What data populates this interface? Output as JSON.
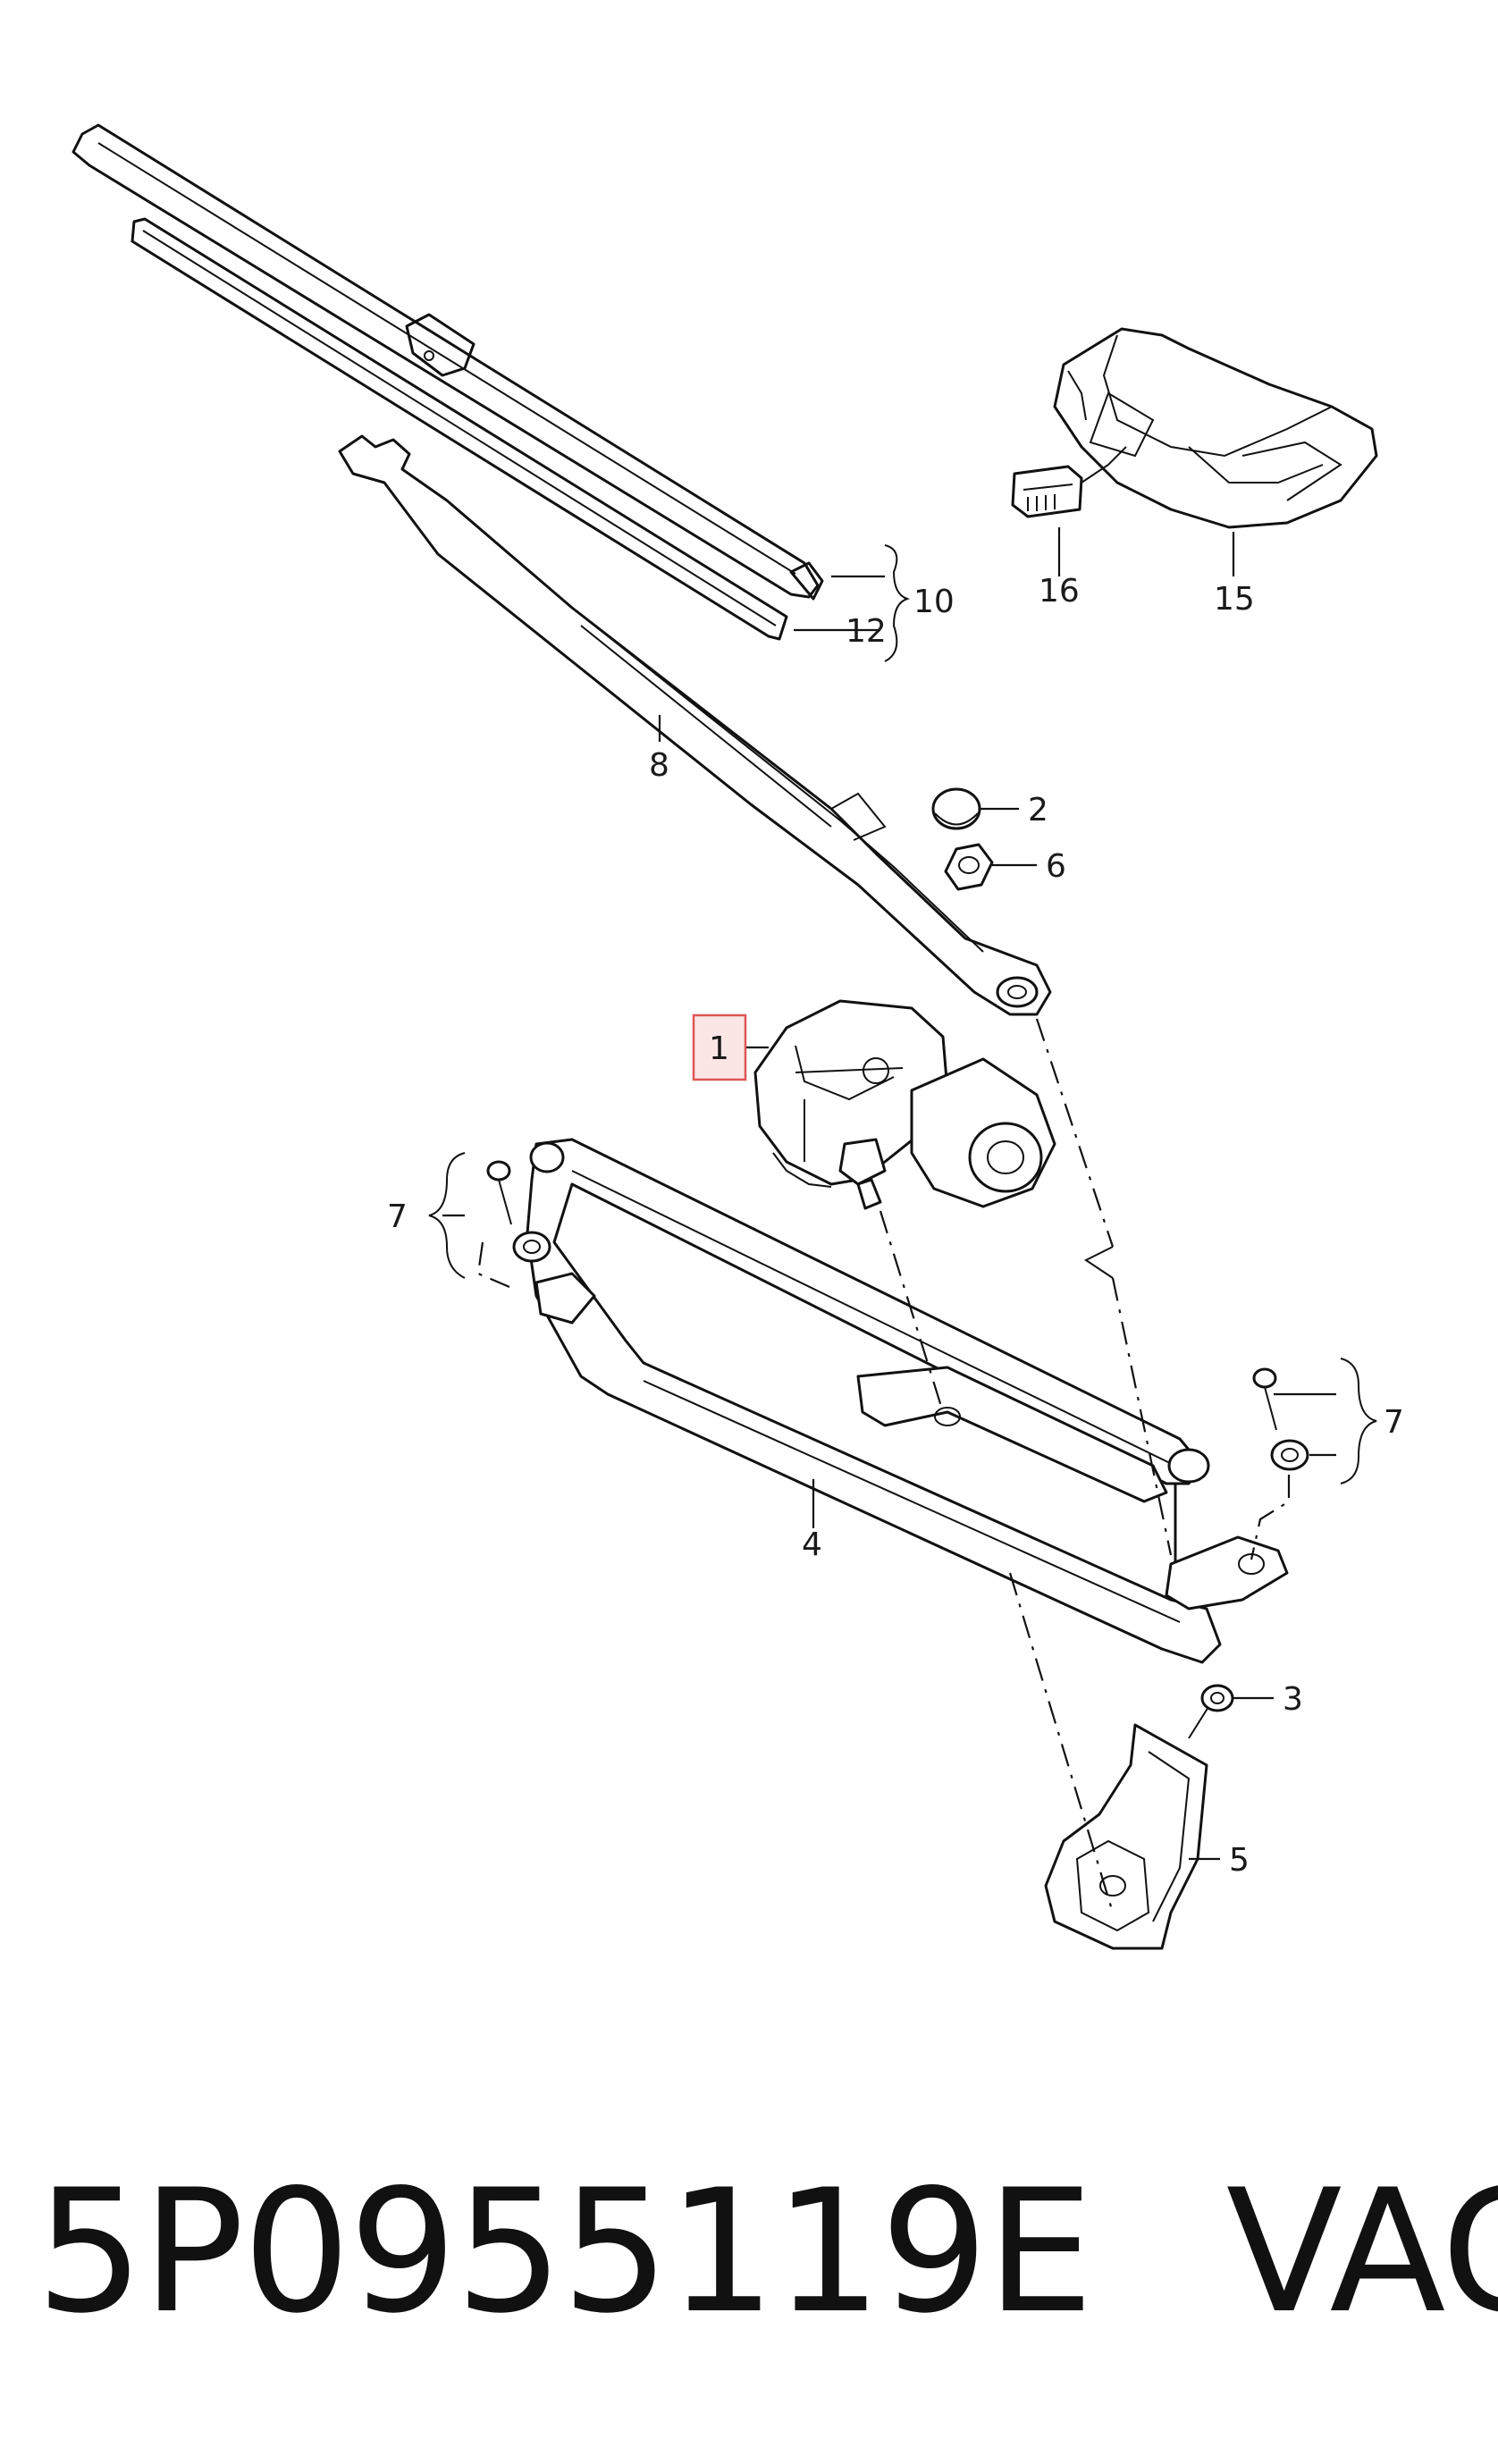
{
  "diagram": {
    "callouts": [
      {
        "id": "1",
        "label": "1",
        "highlighted": true
      },
      {
        "id": "2",
        "label": "2"
      },
      {
        "id": "3",
        "label": "3"
      },
      {
        "id": "4",
        "label": "4"
      },
      {
        "id": "5",
        "label": "5"
      },
      {
        "id": "6",
        "label": "6"
      },
      {
        "id": "7a",
        "label": "7"
      },
      {
        "id": "7b",
        "label": "7"
      },
      {
        "id": "8",
        "label": "8"
      },
      {
        "id": "10",
        "label": "10"
      },
      {
        "id": "12",
        "label": "12"
      },
      {
        "id": "15",
        "label": "15"
      },
      {
        "id": "16",
        "label": "16"
      }
    ],
    "highlight_color": "#e05555",
    "highlight_fill": "#fbe6e6"
  },
  "caption": {
    "part_number": "5P0955119E",
    "brand": "VAG"
  }
}
